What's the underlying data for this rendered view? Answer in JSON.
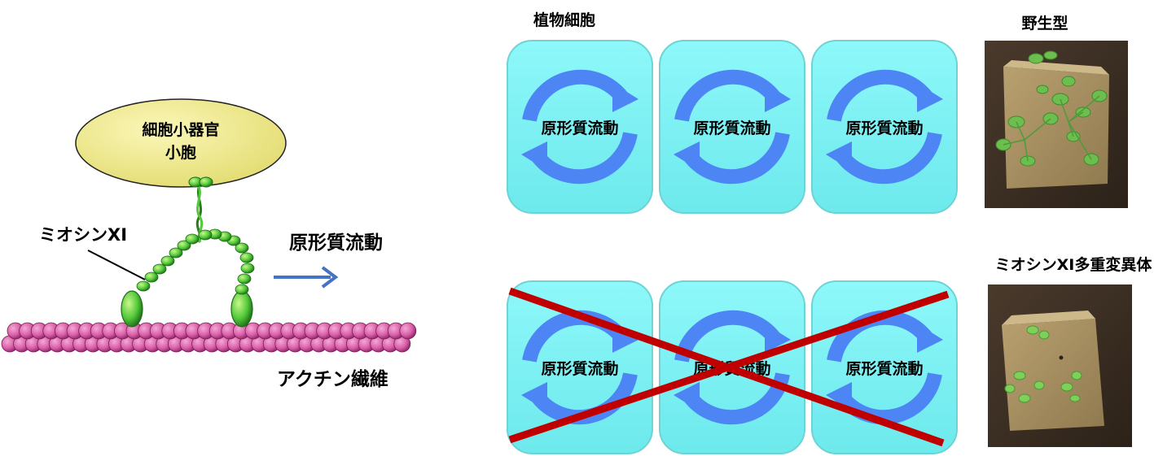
{
  "mechanism": {
    "organelle_label_line1": "細胞小器官",
    "organelle_label_line2": "小胞",
    "myosin_label": "ミオシンXI",
    "streaming_label": "原形質流動",
    "actin_label": "アクチン繊維"
  },
  "cells": {
    "heading": "植物細胞",
    "top_row": [
      {
        "label": "原形質流動"
      },
      {
        "label": "原形質流動"
      },
      {
        "label": "原形質流動"
      }
    ],
    "bottom_row": [
      {
        "label": "原形質流動"
      },
      {
        "label": "原形質流動"
      },
      {
        "label": "原形質流動"
      }
    ],
    "colors": {
      "cell_fill": "#7ff4f6",
      "cell_border": "#6fd2d4",
      "arrow": "#4d86f4",
      "cross": "#c00000"
    }
  },
  "plants": {
    "wild_type_label": "野生型",
    "mutant_label": "ミオシンXI多重変異体"
  }
}
